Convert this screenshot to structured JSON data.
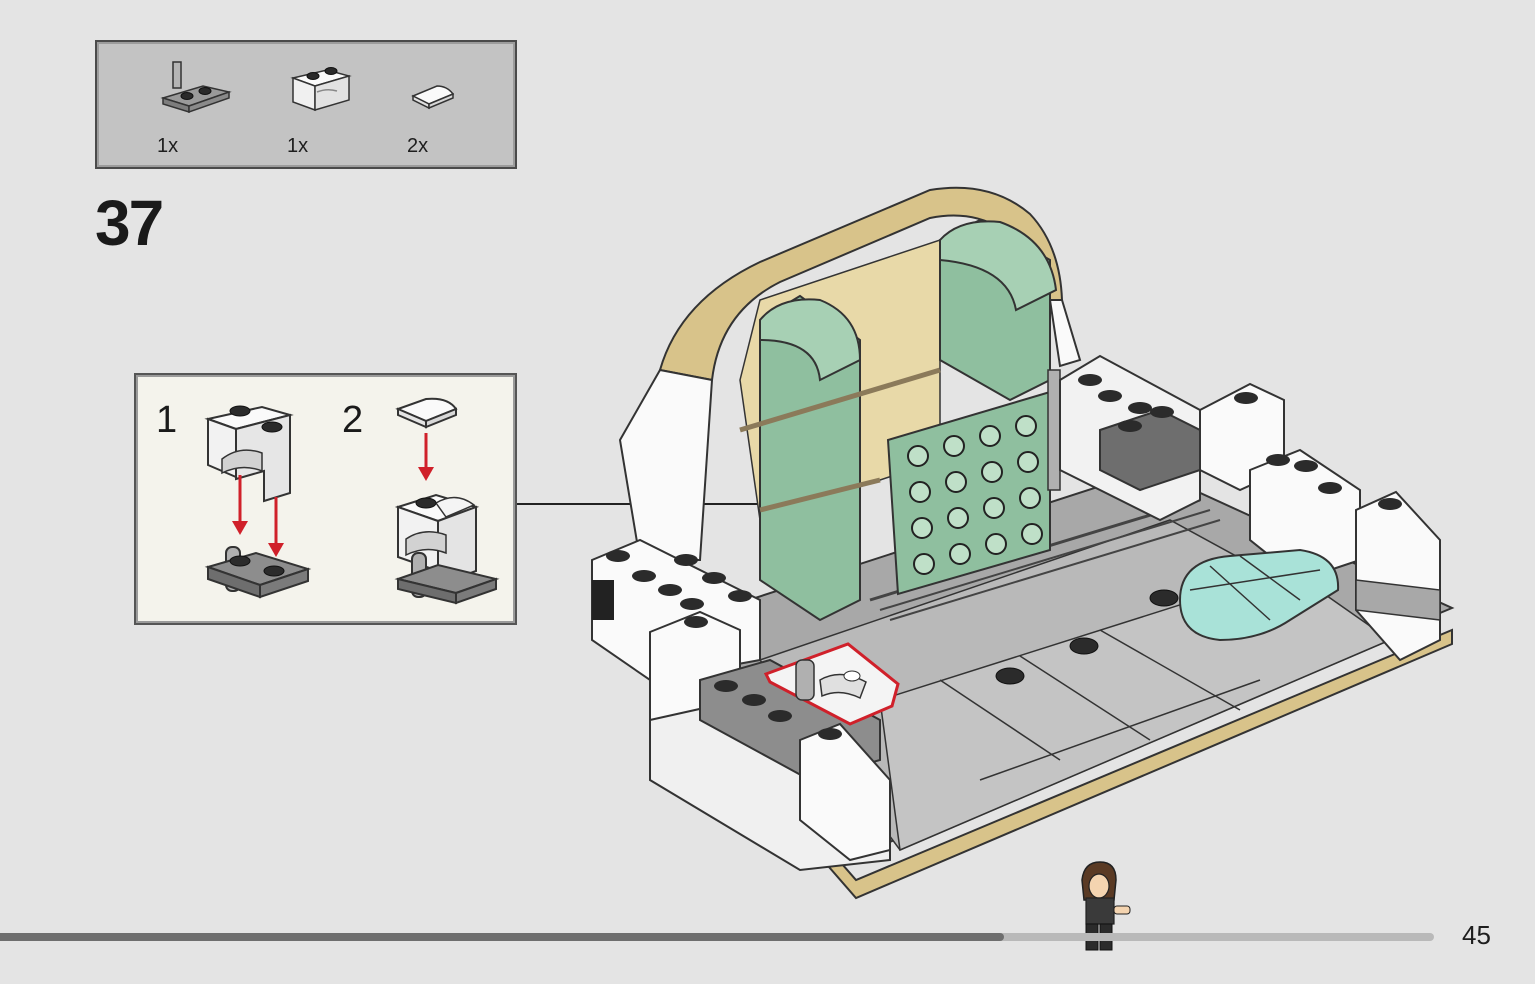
{
  "step": {
    "number": "37"
  },
  "parts": [
    {
      "name": "plate-with-bar",
      "quantity": "1x"
    },
    {
      "name": "white-brick-with-studs",
      "quantity": "1x"
    },
    {
      "name": "white-quarter-tile",
      "quantity": "2x"
    }
  ],
  "sub_steps": [
    {
      "number": "1"
    },
    {
      "number": "2"
    }
  ],
  "footer": {
    "page_number": "45",
    "progress": 0.7
  },
  "colors": {
    "background": "#e4e4e4",
    "sand_green": "#8fbf9f",
    "tan": "#d8c38a",
    "highlight_red": "#d0202a",
    "trans_light_blue": "#a9e2d8"
  }
}
